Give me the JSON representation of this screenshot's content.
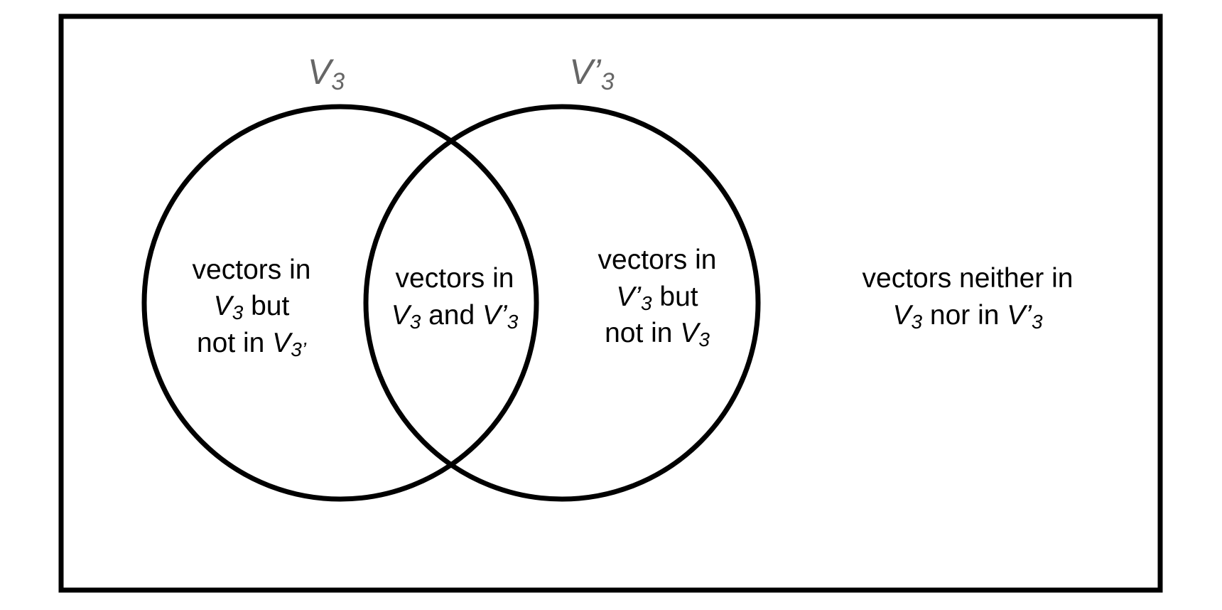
{
  "colors": {
    "stroke": "#000000",
    "set_label": "#666666",
    "background": "#ffffff"
  },
  "sets": {
    "left": {
      "var": "V",
      "sub": "3"
    },
    "right": {
      "var": "V’",
      "sub": "3"
    }
  },
  "regions": {
    "left_only": {
      "line1": "vectors in",
      "line2_var": "V",
      "line2_sub": "3",
      "line2_text": " but",
      "line3_text": "not in ",
      "line3_var": "V",
      "line3_sub": "3’"
    },
    "intersection": {
      "line1": "vectors in",
      "line2_var1": "V",
      "line2_sub1": "3",
      "line2_text": " and ",
      "line2_var2": "V’",
      "line2_sub2": "3"
    },
    "right_only": {
      "line1": "vectors in",
      "line2_var": "V’",
      "line2_sub": "3",
      "line2_text": " but",
      "line3_text": "not in ",
      "line3_var": "V",
      "line3_sub": "3"
    },
    "neither": {
      "line1": "vectors neither in",
      "line2_var1": "V",
      "line2_sub1": "3",
      "line2_text": " nor in ",
      "line2_var2": "V’",
      "line2_sub2": "3"
    }
  }
}
